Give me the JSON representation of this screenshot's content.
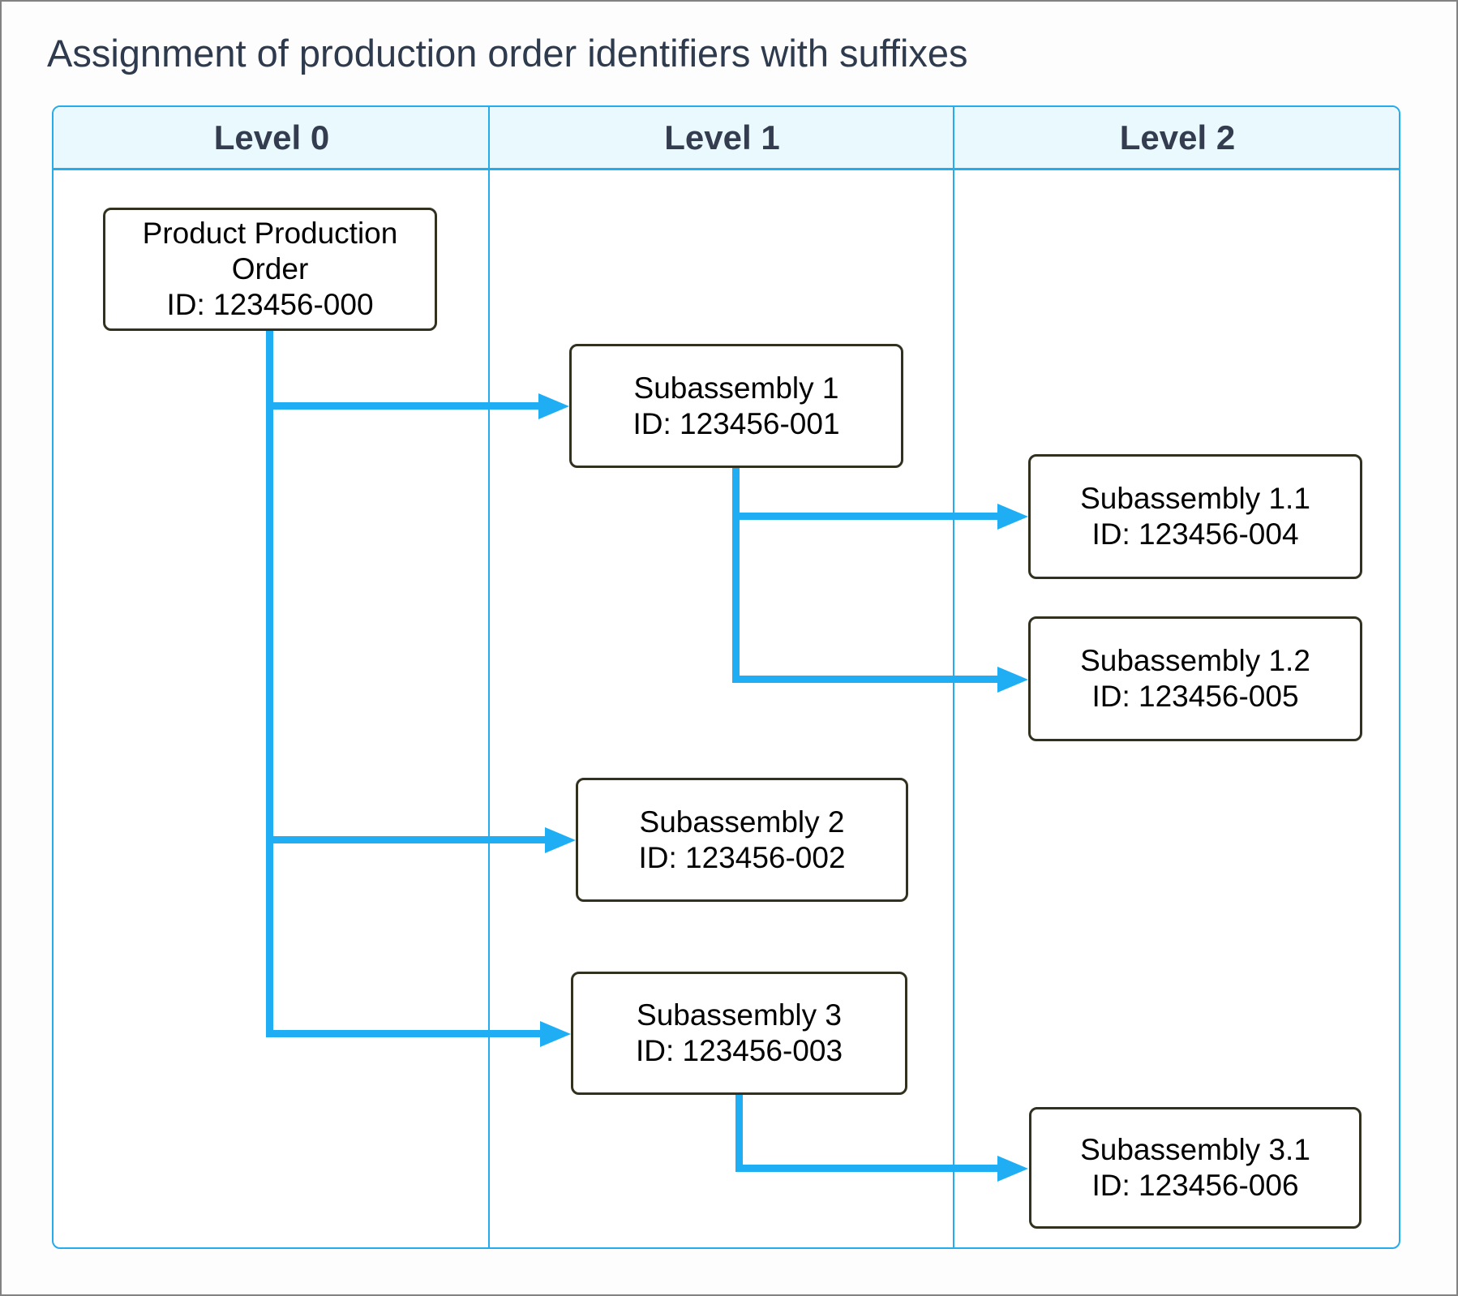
{
  "title": "Assignment of production order identifiers with suffixes",
  "columns": [
    {
      "label": "Level 0"
    },
    {
      "label": "Level 1"
    },
    {
      "label": "Level 2"
    }
  ],
  "nodes": {
    "root": {
      "label": "Product Production Order",
      "id": "ID: 123456-000",
      "level": 0
    },
    "sub1": {
      "label": "Subassembly 1",
      "id": "ID: 123456-001",
      "level": 1
    },
    "sub2": {
      "label": "Subassembly 2",
      "id": "ID: 123456-002",
      "level": 1
    },
    "sub3": {
      "label": "Subassembly 3",
      "id": "ID: 123456-003",
      "level": 1
    },
    "sub11": {
      "label": "Subassembly 1.1",
      "id": "ID: 123456-004",
      "level": 2
    },
    "sub12": {
      "label": "Subassembly 1.2",
      "id": "ID: 123456-005",
      "level": 2
    },
    "sub31": {
      "label": "Subassembly 3.1",
      "id": "ID: 123456-006",
      "level": 2
    }
  },
  "edges": [
    {
      "from": "root",
      "to": "sub1"
    },
    {
      "from": "root",
      "to": "sub2"
    },
    {
      "from": "root",
      "to": "sub3"
    },
    {
      "from": "sub1",
      "to": "sub11"
    },
    {
      "from": "sub1",
      "to": "sub12"
    },
    {
      "from": "sub3",
      "to": "sub31"
    }
  ],
  "colors": {
    "accent_border": "#24acec",
    "arrow": "#1faef4",
    "header_bg": "#eaf9fd",
    "header_text": "#333d4f",
    "title_text": "#2e3a4d",
    "node_border": "#32311f",
    "node_text": "#000000"
  }
}
